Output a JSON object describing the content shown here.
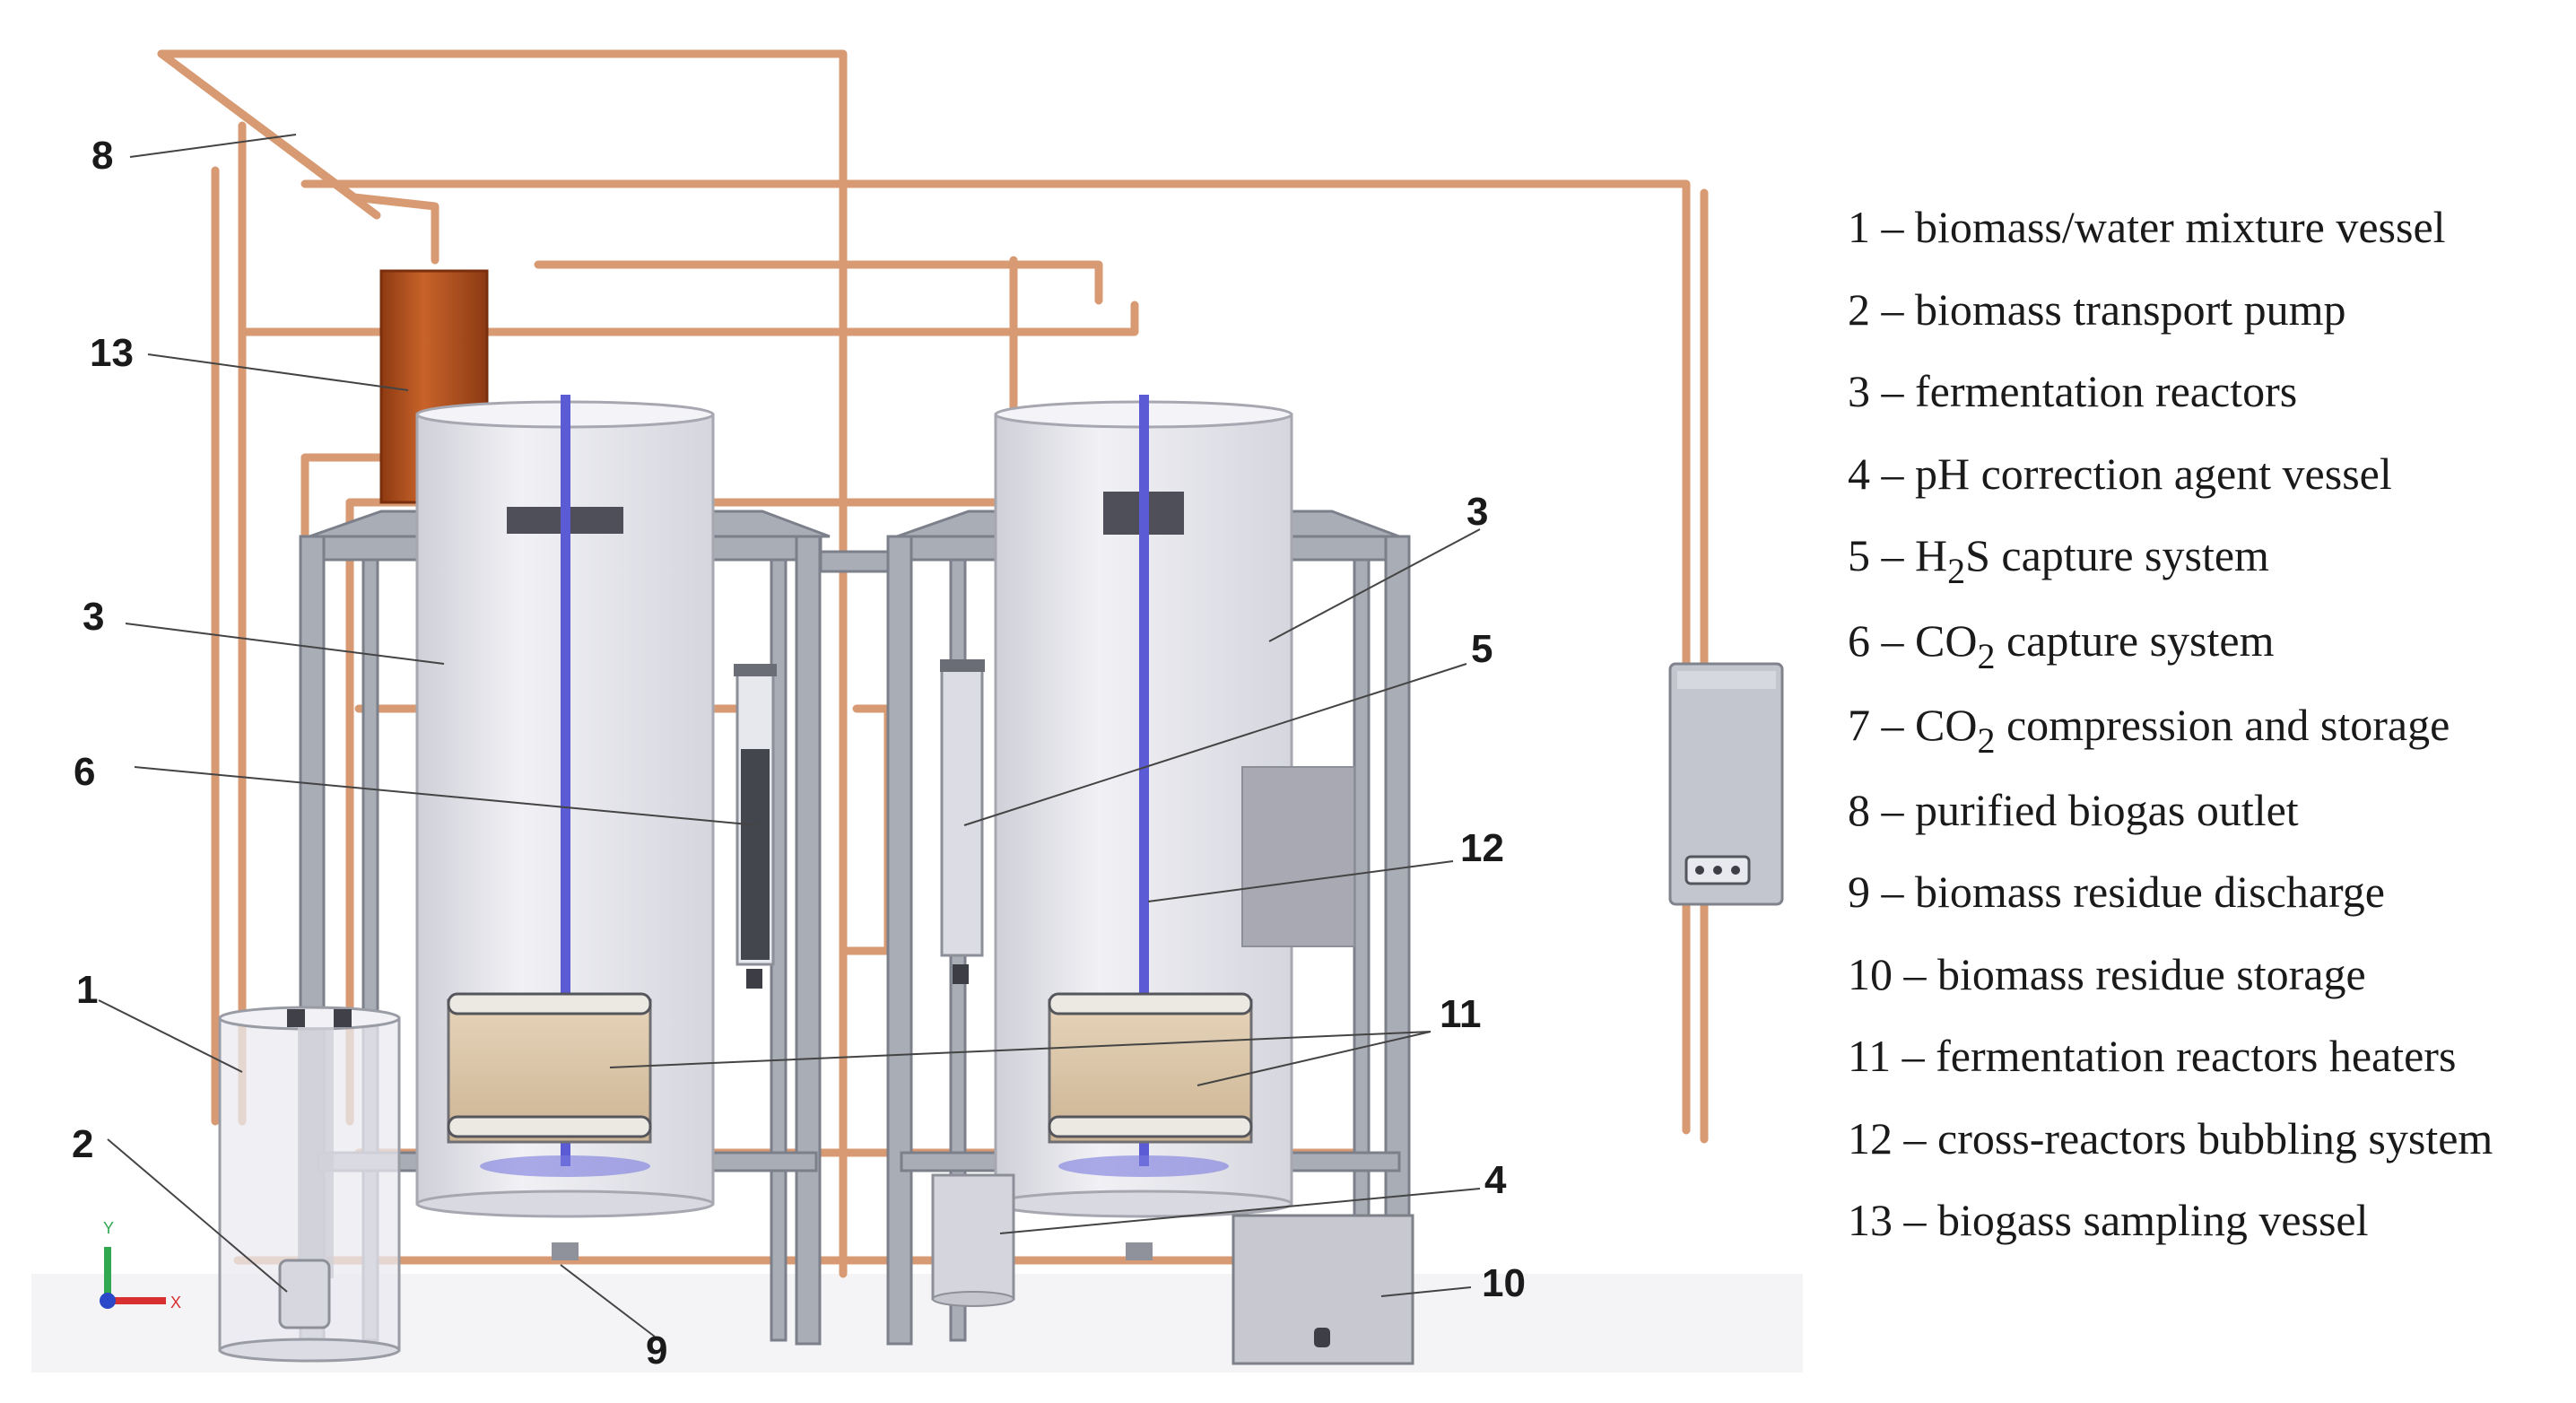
{
  "callouts": {
    "c1": "1",
    "c2": "2",
    "c3a": "3",
    "c3b": "3",
    "c4": "4",
    "c5": "5",
    "c6": "6",
    "c8": "8",
    "c9": "9",
    "c10": "10",
    "c11": "11",
    "c12": "12",
    "c13": "13"
  },
  "legend": [
    {
      "num": "1",
      "dash": " – ",
      "text": "biomass/water mixture vessel"
    },
    {
      "num": "2",
      "dash": " – ",
      "text": "biomass transport pump"
    },
    {
      "num": "3",
      "dash": " – ",
      "text": "fermentation reactors"
    },
    {
      "num": "4",
      "dash": " – ",
      "text": "pH correction agent vessel"
    },
    {
      "num": "5",
      "dash": " – ",
      "pre": "H",
      "sub": "2",
      "text": "S capture system"
    },
    {
      "num": "6",
      "dash": " – ",
      "pre": "CO",
      "sub": "2",
      "text": " capture system"
    },
    {
      "num": "7",
      "dash": " – ",
      "pre": "CO",
      "sub": "2",
      "text": " compression and storage"
    },
    {
      "num": "8",
      "dash": " – ",
      "text": "purified biogas outlet"
    },
    {
      "num": "9",
      "dash": " – ",
      "text": "biomass residue discharge"
    },
    {
      "num": "10",
      "dash": " – ",
      "text": "biomass residue storage"
    },
    {
      "num": "11",
      "dash": " – ",
      "text": "fermentation reactors heaters"
    },
    {
      "num": "12",
      "dash": " – ",
      "text": "cross-reactors bubbling system"
    },
    {
      "num": "13",
      "dash": " – ",
      "text": "biogass sampling vessel"
    }
  ],
  "axis": {
    "y": "Y",
    "x": "X"
  },
  "colors": {
    "frame": "#a9adb6",
    "tank": "#e8e8ee",
    "pipe": "#d79a72",
    "heater": "#d9c3a6",
    "bubble": "#5b5bd6",
    "sampling": "#b0501c"
  }
}
